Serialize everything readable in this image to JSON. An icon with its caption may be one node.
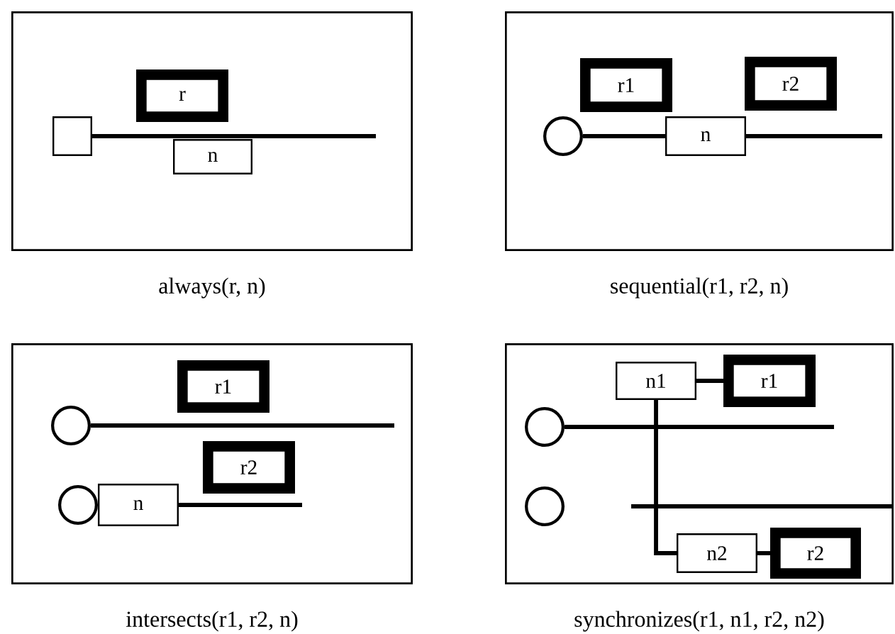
{
  "diagram": {
    "nodes": [
      {
        "text": [
          "always(r, n)"
        ]
      },
      {
        "text": [],
        "shape": "box",
        "in": 0
      },
      {
        "text": [
          "r"
        ],
        "in": 0
      },
      {
        "text": [
          "n"
        ],
        "in": 0
      },
      {
        "text": [
          "sequential(r1, r2, n)"
        ]
      },
      {
        "text": [],
        "shape": "circle",
        "in": 4
      },
      {
        "text": [
          "r1"
        ],
        "in": 4
      },
      {
        "text": [
          "r2"
        ],
        "in": 4
      },
      {
        "text": [
          "n"
        ],
        "in": 4
      },
      {
        "text": [
          "intersects(r1, r2, n)"
        ]
      },
      {
        "text": [
          "r1"
        ],
        "in": 9
      },
      {
        "text": [],
        "shape": "circle",
        "in": 9
      },
      {
        "text": [
          "r2"
        ],
        "in": 9
      },
      {
        "text": [],
        "shape": "circle",
        "in": 9
      },
      {
        "text": [
          "n"
        ],
        "in": 9
      },
      {
        "text": [
          "synchronizes(r1, n1, r2, n2)"
        ]
      },
      {
        "text": [
          "n1"
        ],
        "in": 15
      },
      {
        "text": [
          "r1"
        ],
        "in": 15
      },
      {
        "text": [],
        "shape": "circle",
        "in": 15
      },
      {
        "text": [],
        "shape": "circle",
        "in": 15
      },
      {
        "text": [
          "n2"
        ],
        "in": 15
      },
      {
        "text": [
          "r2"
        ],
        "in": 15
      }
    ],
    "edges": [
      {
        "from": 1,
        "to": null,
        "arrow": "none"
      },
      {
        "from": 5,
        "to": 8,
        "arrow": "none"
      },
      {
        "from": 8,
        "to": null,
        "arrow": "none"
      },
      {
        "from": 11,
        "to": null,
        "arrow": "none"
      },
      {
        "from": 14,
        "to": null,
        "arrow": "none"
      },
      {
        "from": 16,
        "to": 17,
        "arrow": "none"
      },
      {
        "from": 18,
        "to": null,
        "arrow": "none"
      },
      {
        "from": 16,
        "to": 20,
        "arrow": "none"
      },
      {
        "from": 20,
        "to": 21,
        "arrow": "none"
      }
    ]
  }
}
